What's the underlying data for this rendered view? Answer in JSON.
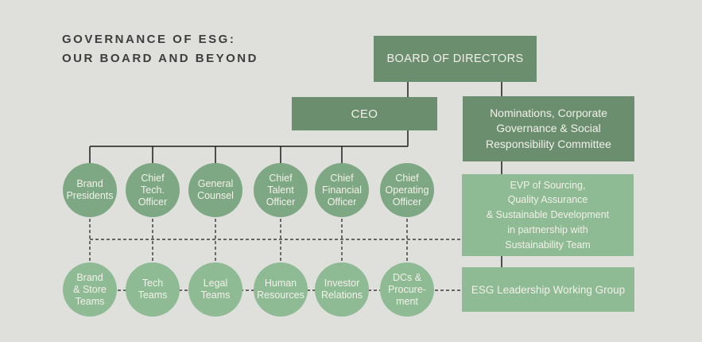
{
  "title": "GOVERNANCE OF ESG:\nOUR BOARD AND BEYOND",
  "colors": {
    "background": "#dfe0db",
    "dark_green": "#6b8f6e",
    "mid_green": "#7da883",
    "light_green": "#8ebb93",
    "title_text": "#3d3d3d",
    "box_text": "#f2f0ea",
    "line": "#1c1c1c"
  },
  "org": {
    "board": {
      "label": "BOARD OF DIRECTORS"
    },
    "ceo": {
      "label": "CEO"
    },
    "nominations": {
      "label": "Nominations, Corporate\nGovernance & Social\nResponsibility Committee"
    },
    "evp": {
      "label": "EVP of Sourcing,\nQuality Assurance\n& Sustainable Development\nin partnership with\nSustainability Team"
    },
    "esg": {
      "label": "ESG Leadership Working Group"
    },
    "row1": [
      {
        "label": "Brand\nPresidents"
      },
      {
        "label": "Chief\nTech.\nOfficer"
      },
      {
        "label": "General\nCounsel"
      },
      {
        "label": "Chief\nTalent\nOfficer"
      },
      {
        "label": "Chief\nFinancial\nOfficer"
      },
      {
        "label": "Chief\nOperating\nOfficer"
      }
    ],
    "row2": [
      {
        "label": "Brand\n& Store\nTeams"
      },
      {
        "label": "Tech\nTeams"
      },
      {
        "label": "Legal\nTeams"
      },
      {
        "label": "Human\nResources"
      },
      {
        "label": "Investor\nRelations"
      },
      {
        "label": "DCs &\nProcure-\nment"
      }
    ]
  }
}
